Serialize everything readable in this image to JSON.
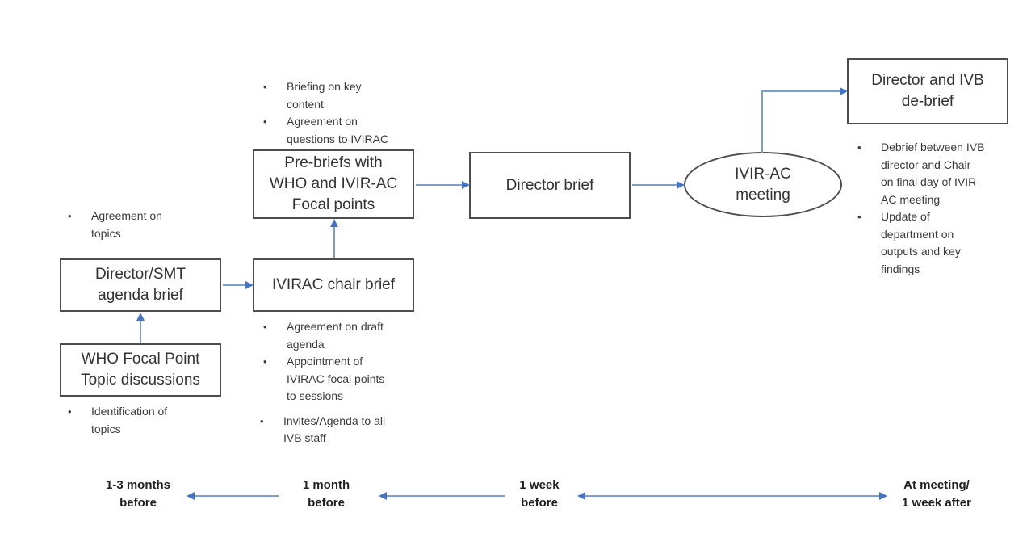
{
  "nodes": {
    "who_focal": "WHO Focal Point\nTopic discussions",
    "director_smt": "Director/SMT\nagenda brief",
    "ivirac_chair": "IVIRAC chair brief",
    "pre_briefs": "Pre-briefs with\nWHO and IVIR-AC\nFocal points",
    "director_brief": "Director brief",
    "ivirac_meeting": "IVIR-AC\nmeeting",
    "director_ivb_debrief": "Director and IVB\nde-brief"
  },
  "notes": {
    "director_smt": [
      "Agreement on topics"
    ],
    "who_focal": [
      "Identification of topics"
    ],
    "pre_briefs": [
      "Briefing on key content",
      "Agreement on questions to IVIRAC"
    ],
    "ivirac_chair": [
      "Agreement on draft agenda",
      "Appointment of IVIRAC focal points to sessions",
      "Invites/Agenda to all IVB staff"
    ],
    "debrief": [
      "Debrief between IVB director and Chair on final day of IVIR-AC meeting",
      "Update of department on outputs and key findings"
    ]
  },
  "timeline": {
    "labels": [
      "1-3 months\nbefore",
      "1 month\nbefore",
      "1 week\nbefore",
      "At meeting/\n1 week after"
    ]
  },
  "bullet": "•",
  "colors": {
    "arrow_head": "#4472c4",
    "arrow_line": "#7f9dc9",
    "box_border": "#4d4d4d",
    "text": "#3a3a3a",
    "background": "#ffffff"
  }
}
